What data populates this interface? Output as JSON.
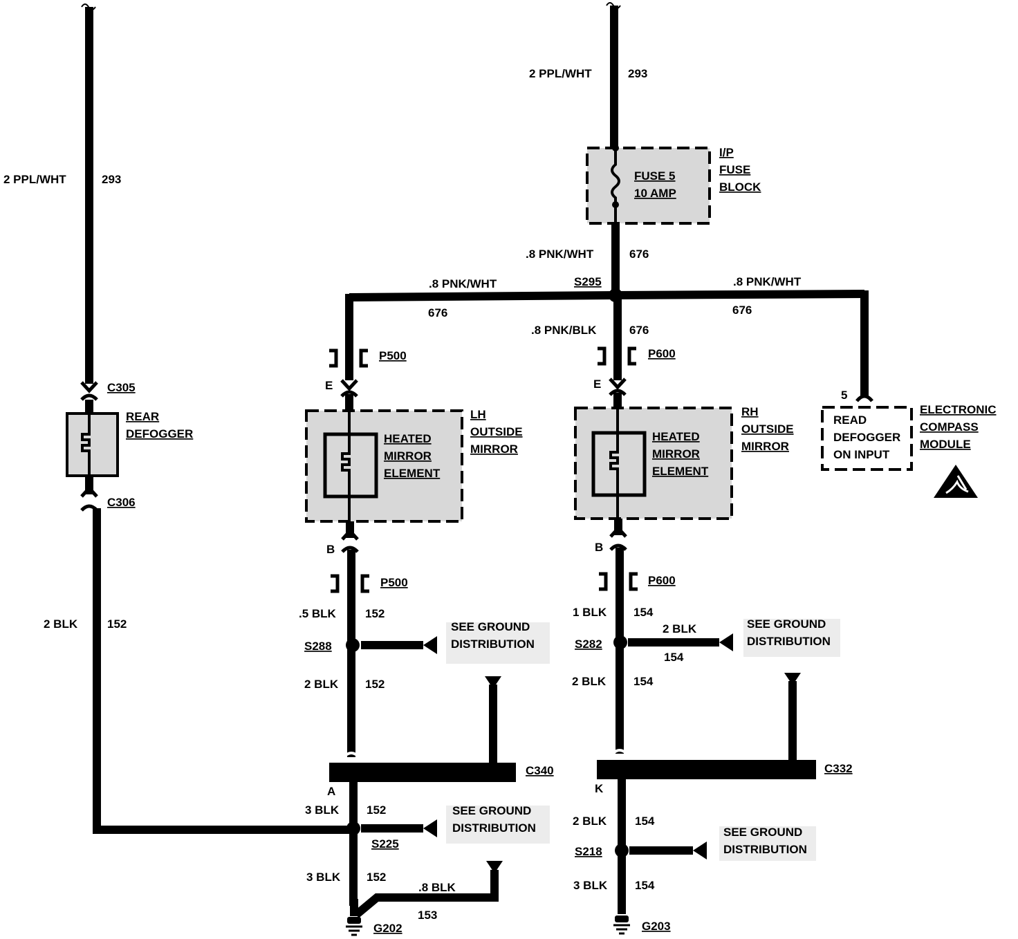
{
  "left_branch": {
    "wire_top": {
      "size_color": "2 PPL/WHT",
      "circuit": "293"
    },
    "connector_top": "C305",
    "component": {
      "name_line1": "REAR",
      "name_line2": "DEFOGGER"
    },
    "connector_bottom": "C306",
    "wire_bottom": {
      "size_color": "2 BLK",
      "circuit": "152"
    }
  },
  "main_feed": {
    "wire_in": {
      "size_color": "2 PPL/WHT",
      "circuit": "293"
    },
    "fuse": {
      "line1": "FUSE 5",
      "line2": "10 AMP"
    },
    "fuse_block": {
      "line1": "I/P",
      "line2": "FUSE",
      "line3": "BLOCK"
    },
    "wire_out": {
      "size_color": ".8 PNK/WHT",
      "circuit": "676"
    },
    "splice": "S295",
    "left_wire": {
      "size_color": ".8 PNK/WHT",
      "circuit": "676"
    },
    "right_wire": {
      "size_color": ".8 PNK/WHT",
      "circuit": "676"
    },
    "down_wire": {
      "size_color": ".8 PNK/BLK",
      "circuit": "676"
    }
  },
  "lh_mirror": {
    "conn_top": "P500",
    "pin_top": "E",
    "element": {
      "line1": "HEATED",
      "line2": "MIRROR",
      "line3": "ELEMENT"
    },
    "title": {
      "line1": "LH",
      "line2": "OUTSIDE",
      "line3": "MIRROR"
    },
    "pin_bottom": "B",
    "conn_bottom": "P500",
    "wire1": {
      "size_color": ".5 BLK",
      "circuit": "152"
    },
    "splice": "S288",
    "ground_ref": {
      "line1": "SEE GROUND",
      "line2": "DISTRIBUTION"
    },
    "wire2": {
      "size_color": "2 BLK",
      "circuit": "152"
    },
    "connector": "C340",
    "pin": "A",
    "wire3": {
      "size_color": "3 BLK",
      "circuit": "152"
    },
    "splice2": "S225",
    "ground_ref2": {
      "line1": "SEE GROUND",
      "line2": "DISTRIBUTION"
    },
    "wire4": {
      "size_color": "3 BLK",
      "circuit": "152"
    },
    "wire5": {
      "size_color": ".8 BLK",
      "circuit": "153"
    },
    "ground": "G202"
  },
  "rh_mirror": {
    "conn_top": "P600",
    "pin_top": "E",
    "element": {
      "line1": "HEATED",
      "line2": "MIRROR",
      "line3": "ELEMENT"
    },
    "title": {
      "line1": "RH",
      "line2": "OUTSIDE",
      "line3": "MIRROR"
    },
    "pin_bottom": "B",
    "conn_bottom": "P600",
    "wire1": {
      "size_color": "1 BLK",
      "circuit": "154"
    },
    "splice": "S282",
    "side_wire": {
      "size_color": "2 BLK",
      "circuit": "154"
    },
    "ground_ref": {
      "line1": "SEE GROUND",
      "line2": "DISTRIBUTION"
    },
    "wire2": {
      "size_color": "2 BLK",
      "circuit": "154"
    },
    "connector": "C332",
    "pin": "K",
    "wire3": {
      "size_color": "2 BLK",
      "circuit": "154"
    },
    "splice2": "S218",
    "ground_ref2": {
      "line1": "SEE GROUND",
      "line2": "DISTRIBUTION"
    },
    "wire4": {
      "size_color": "3 BLK",
      "circuit": "154"
    },
    "ground": "G203"
  },
  "compass": {
    "pin": "5",
    "input": {
      "line1": "READ",
      "line2": "DEFOGGER",
      "line3": "ON INPUT"
    },
    "title": {
      "line1": "ELECTRONIC",
      "line2": "COMPASS",
      "line3": "MODULE"
    },
    "esd_icon": "esd-warning-icon"
  }
}
